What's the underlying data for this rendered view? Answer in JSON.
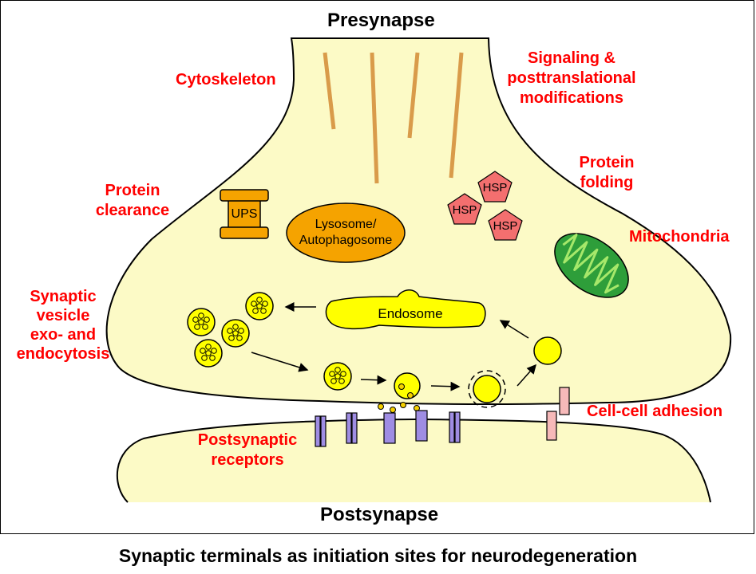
{
  "title": "Synaptic terminals as initiation sites for neurodegeneration",
  "presynapse": "Presynapse",
  "postsynapse": "Postsynapse",
  "labels": {
    "cytoskeleton": "Cytoskeleton",
    "signaling": "Signaling &\nposttranslational\nmodifications",
    "protein_folding": "Protein\nfolding",
    "protein_clearance": "Protein\nclearance",
    "mitochondria": "Mitochondria",
    "synaptic_vesicle": "Synaptic\nvesicle\nexo- and\nendocytosis",
    "cell_adhesion": "Cell-cell adhesion",
    "postsynaptic_receptors": "Postsynaptic\nreceptors"
  },
  "organelles": {
    "ups": "UPS",
    "lysosome": "Lysosome/\nAutophagosome",
    "endosome": "Endosome",
    "hsp": "HSP"
  },
  "colors": {
    "cytoplasm": "#fcfac6",
    "label_red": "#ff0000",
    "vesicle": "#ffff00",
    "organelle_orange": "#f5a300",
    "hsp": "#f36f6f",
    "mitochondria": "#2e9e3a",
    "receptor": "#9f8de3",
    "adhesion": "#f6b9b9",
    "filament": "#d99b4a"
  }
}
